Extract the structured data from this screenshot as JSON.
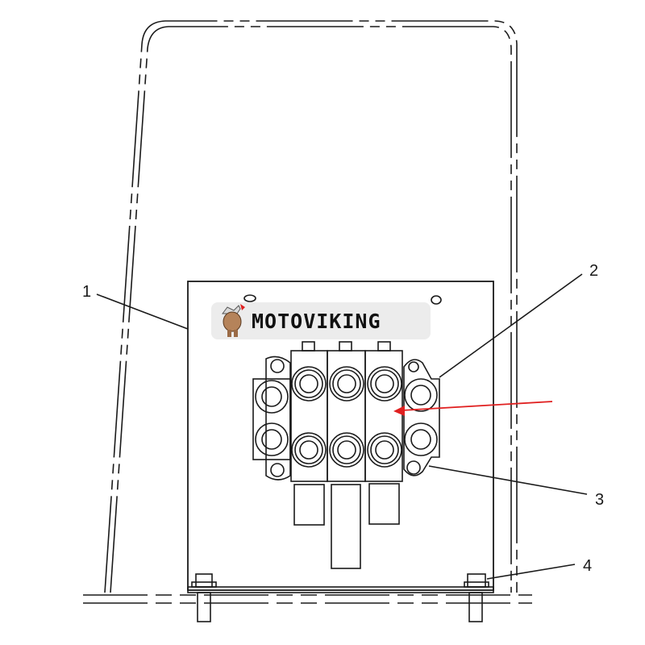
{
  "diagram": {
    "type": "exploded parts diagram",
    "subject": "hydraulic control valve mounted on plate inside guard frame",
    "callouts": [
      {
        "id": "1",
        "label": "1",
        "target": "mounting plate"
      },
      {
        "id": "2",
        "label": "2",
        "target": "control valve (end section)"
      },
      {
        "id": "3",
        "label": "3",
        "target": "mounting bolt hole / valve foot"
      },
      {
        "id": "4",
        "label": "4",
        "target": "mounting bolt / nut"
      }
    ],
    "highlight_arrow": {
      "color": "#e02020",
      "points_to": "control valve center spool section"
    },
    "valve": {
      "spool_sections": 3
    }
  },
  "watermark": {
    "text": "MOTOVIKING",
    "mascot_icon": "viking-mascot-icon"
  },
  "colors": {
    "line": "#1a1a1a",
    "arrow": "#e02020",
    "logo_bg": "#ececec"
  }
}
